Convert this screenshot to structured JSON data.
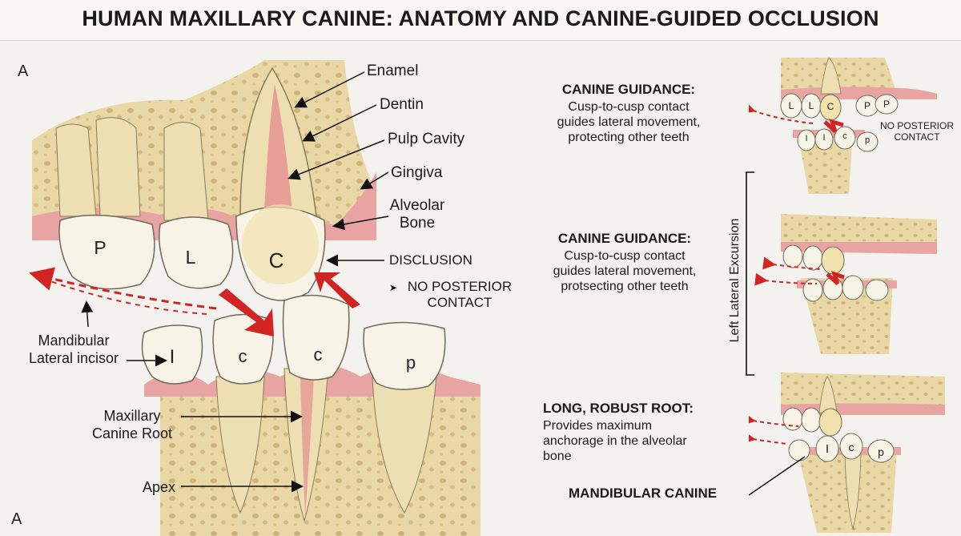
{
  "title": "HUMAN MAXILLARY CANINE: ANATOMY AND CANINE-GUIDED OCCLUSION",
  "panel_letters": {
    "top": "A",
    "bottom": "A"
  },
  "labels": {
    "enamel": "Enamel",
    "dentin": "Dentin",
    "pulp_cavity": "Pulp Cavity",
    "gingiva": "Gingiva",
    "alveolar_bone": "Alveolar\nBone",
    "disclusion": "DISCLUSION",
    "no_posterior_contact": "NO POSTERIOR\nCONTACT",
    "mandibular_lateral_incisor": "Mandibular\nLateral incisor",
    "maxillary_canine_root": "Maxillary\nCanine Root",
    "apex": "Apex"
  },
  "upper_teeth": [
    "P",
    "L",
    "C"
  ],
  "lower_teeth": [
    "I",
    "c",
    "c",
    "p"
  ],
  "side_panels": [
    {
      "heading": "CANINE GUIDANCE:",
      "body": "Cusp-to-cusp contact\nguides lateral movement,\nprotecting other teeth",
      "thumb_note": "NO POSTERIOR\nCONTACT",
      "thumb_upper": [
        "L",
        "L",
        "C",
        "P",
        "P"
      ],
      "thumb_lower": [
        "I",
        "I",
        "c",
        "p"
      ]
    },
    {
      "heading": "CANINE GUIDANCE:",
      "body": "Cusp-to-cusp contact\nguides lateral movement,\nprotsecting other teeth"
    },
    {
      "heading": "LONG, ROBUST ROOT:",
      "body": "Provides maximum\nanchorage in the alveolar\nbone",
      "thumb_lower": [
        "I",
        "c",
        "p"
      ]
    }
  ],
  "bracket_label": "Left Lateral Excursion",
  "mandibular_canine_label": "MANDIBULAR CANINE",
  "colors": {
    "bone": "#e9d8a6",
    "bone_pore": "#cdb27a",
    "tooth": "#f7f3e6",
    "tooth_root": "#eedfb3",
    "gum": "#e8a3a3",
    "pulp": "#e58d8d",
    "arrow_red": "#d32424"
  }
}
